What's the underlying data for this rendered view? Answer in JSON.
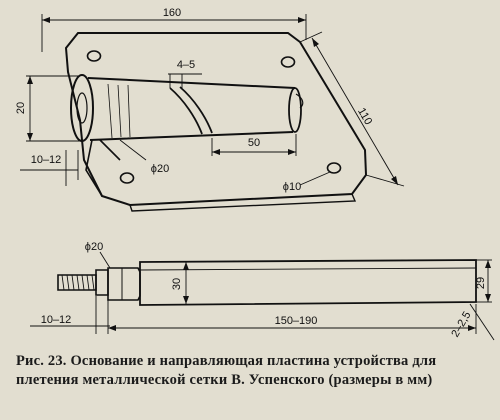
{
  "dimensions": {
    "plate_length": "160",
    "plate_width": "110",
    "slot_width": "4–5",
    "base_diameter": "20",
    "fillet": "10–12",
    "tube_diameter": "ϕ20",
    "tube_length": "50",
    "hole_diameter": "ϕ10",
    "bar_diameter": "ϕ20",
    "bar_height": "30",
    "bar_end": "29",
    "thread_length": "10–12",
    "bar_length": "150–190",
    "edge_gap": "2–2,5"
  },
  "caption": {
    "label": "Рис. 23.",
    "text": "Основание и направляющая пластина устройства для плетения металлической сетки В. Успенского (размеры в мм)"
  },
  "colors": {
    "background": "#e2ded0",
    "ink": "#111111"
  }
}
